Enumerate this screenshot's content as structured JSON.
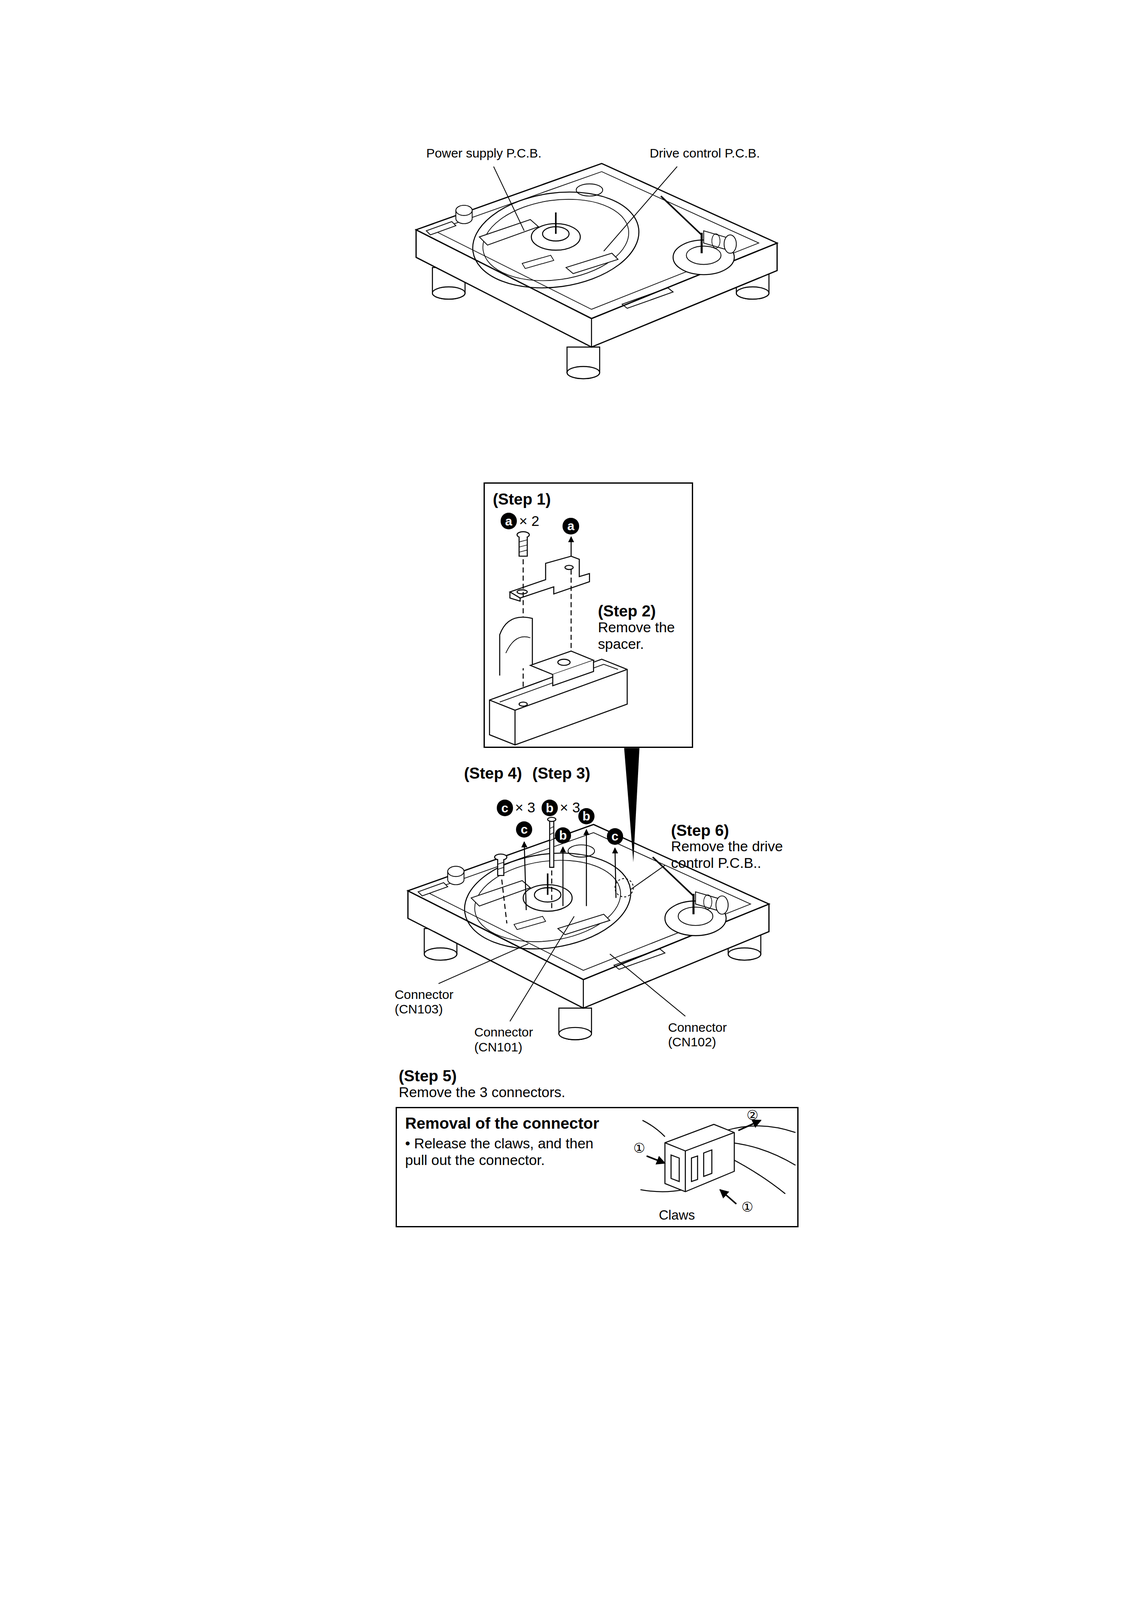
{
  "diagram": {
    "nodes": [
      {
        "text": [
          "(Step 1)",
          "(Step 2)",
          "Remove the spacer."
        ]
      },
      {
        "text": [
          "a"
        ],
        "in": 0
      },
      {
        "text": [
          "a"
        ],
        "in": 0
      },
      {
        "text": [
          "c"
        ]
      },
      {
        "text": [
          "b"
        ]
      },
      {
        "text": [
          "c"
        ]
      },
      {
        "text": [
          "b"
        ]
      },
      {
        "text": [
          "b"
        ]
      },
      {
        "text": [
          "c"
        ]
      },
      {
        "text": [
          "Removal of the connector",
          "• Release the claws, and then pull out the connector."
        ]
      }
    ],
    "labels": [
      "Power supply P.C.B.",
      "Drive control P.C.B.",
      "× 2",
      "(Step 4)",
      "(Step 3)",
      "× 3",
      "× 3",
      "(Step 6)",
      "Remove the drive control P.C.B..",
      "Connector (CN103)",
      "Connector (CN101)",
      "Connector (CN102)",
      "(Step 5)",
      "Remove the 3 connectors.",
      "①",
      "②",
      "①",
      "Claws"
    ]
  }
}
